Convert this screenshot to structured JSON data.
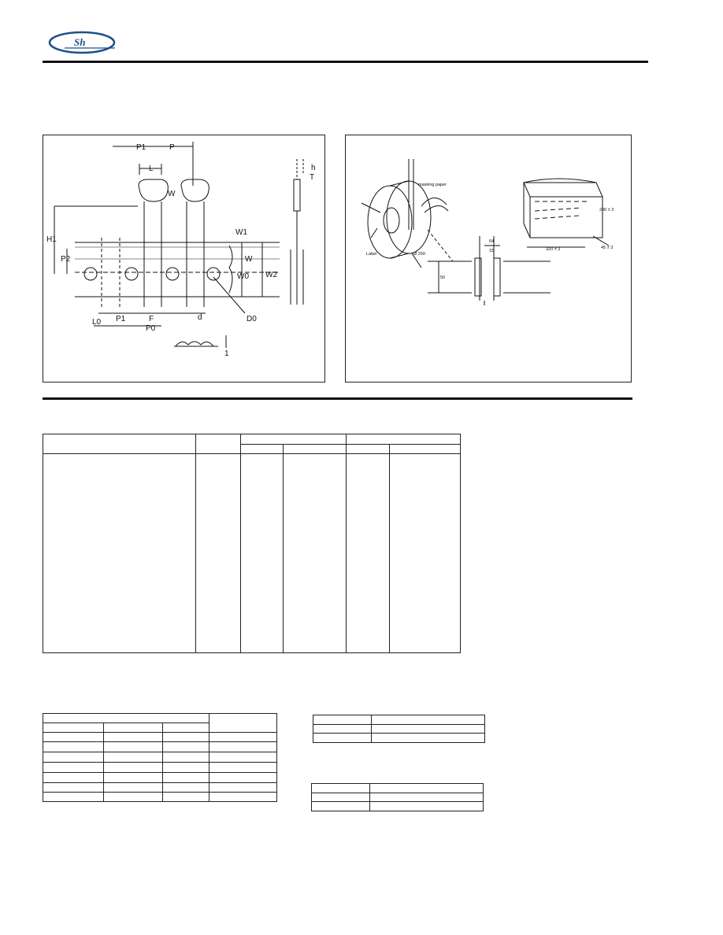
{
  "header": {
    "logo_text": "Sh"
  },
  "figure_left": {
    "labels": {
      "p1_top": "P1",
      "p_top": "P",
      "l": "L",
      "w_body": "W",
      "h": "h",
      "t": "T",
      "h1": "H1",
      "p2": "P2",
      "w1": "W1",
      "w_tape": "W",
      "w0": "W0",
      "w2": "W2",
      "l0": "L0",
      "p1_bottom": "P1",
      "f": "F",
      "d": "d",
      "p0": "P0",
      "d0": "D0",
      "one": "1"
    }
  },
  "figure_right": {
    "labels": {
      "paper": "masking paper",
      "label": "Label",
      "diameter": "Ø 250",
      "d1": "64",
      "d2": "15",
      "d3": "50",
      "d4": "240 ± 3",
      "d5": "320 ± 3",
      "d6": "45 ± 3"
    }
  },
  "colors": {
    "logo_blue": "#1f4e8c",
    "line": "#111111"
  }
}
